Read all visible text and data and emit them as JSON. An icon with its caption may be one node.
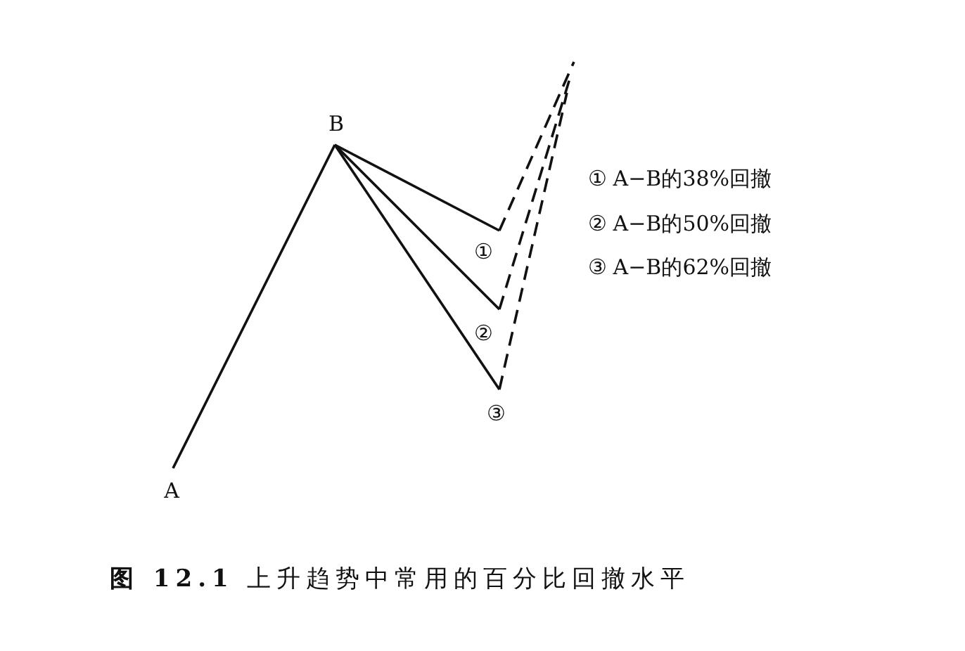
{
  "diagram": {
    "caption": "**图 12.1** 上升趋势中常用的百分比回撤水平",
    "nodes": [
      {
        "text": [
          "A"
        ]
      },
      {
        "text": [
          "B"
        ]
      },
      {
        "text": [
          "①"
        ]
      },
      {
        "text": [
          "②"
        ]
      },
      {
        "text": [
          "③"
        ]
      }
    ],
    "edges": [
      {
        "from": 0,
        "to": 1,
        "arrow": "none"
      },
      {
        "from": 1,
        "to": 2,
        "arrow": "none"
      },
      {
        "from": 1,
        "to": 3,
        "arrow": "none"
      },
      {
        "from": 1,
        "to": 4,
        "arrow": "none"
      },
      {
        "from": 2,
        "to": null,
        "arrow": "none",
        "style": "dashed"
      },
      {
        "from": 3,
        "to": null,
        "arrow": "none",
        "style": "dashed"
      },
      {
        "from": 4,
        "to": null,
        "arrow": "none",
        "style": "dashed"
      }
    ],
    "labels": [
      "① A−B的38%回撤",
      "② A−B的50%回撤",
      "③ A−B的62%回撤"
    ]
  }
}
